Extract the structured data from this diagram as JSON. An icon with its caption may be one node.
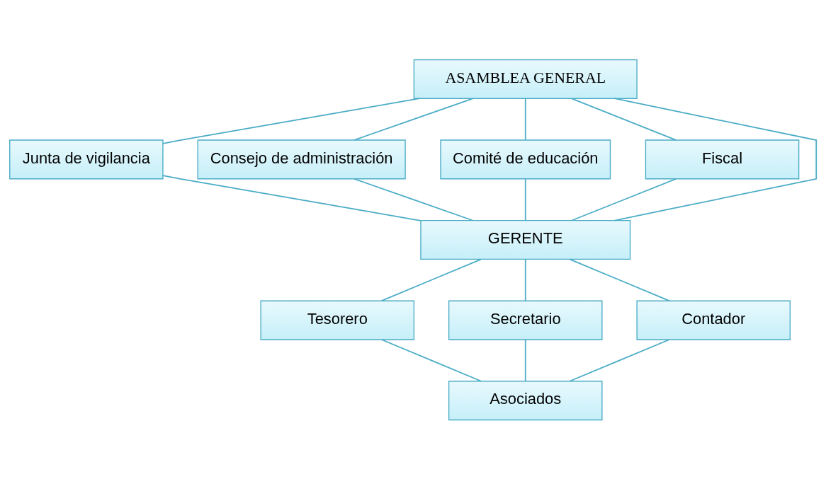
{
  "diagram": {
    "nodes": [
      {
        "text": [
          "ASAMBLEA GENERAL"
        ]
      },
      {
        "text": [
          "Junta de vigilancia"
        ]
      },
      {
        "text": [
          "Consejo de administración"
        ]
      },
      {
        "text": [
          "Comité de educación"
        ]
      },
      {
        "text": [
          "Fiscal"
        ]
      },
      {
        "text": [
          "GERENTE"
        ]
      },
      {
        "text": [
          "Tesorero"
        ]
      },
      {
        "text": [
          "Secretario"
        ]
      },
      {
        "text": [
          "Contador"
        ]
      },
      {
        "text": [
          "Asociados"
        ]
      }
    ],
    "edges": [
      {
        "from": 0,
        "to": 1,
        "arrow": "none"
      },
      {
        "from": 0,
        "to": 2,
        "arrow": "none"
      },
      {
        "from": 0,
        "to": 3,
        "arrow": "none"
      },
      {
        "from": 0,
        "to": 4,
        "arrow": "none"
      },
      {
        "from": 0,
        "to": 5,
        "arrow": "none"
      },
      {
        "from": 1,
        "to": 5,
        "arrow": "none"
      },
      {
        "from": 2,
        "to": 5,
        "arrow": "none"
      },
      {
        "from": 3,
        "to": 5,
        "arrow": "none"
      },
      {
        "from": 4,
        "to": 5,
        "arrow": "none"
      },
      {
        "from": 5,
        "to": 6,
        "arrow": "none"
      },
      {
        "from": 5,
        "to": 7,
        "arrow": "none"
      },
      {
        "from": 5,
        "to": 8,
        "arrow": "none"
      },
      {
        "from": 6,
        "to": 9,
        "arrow": "none"
      },
      {
        "from": 7,
        "to": 9,
        "arrow": "none"
      },
      {
        "from": 8,
        "to": 9,
        "arrow": "none"
      }
    ]
  }
}
